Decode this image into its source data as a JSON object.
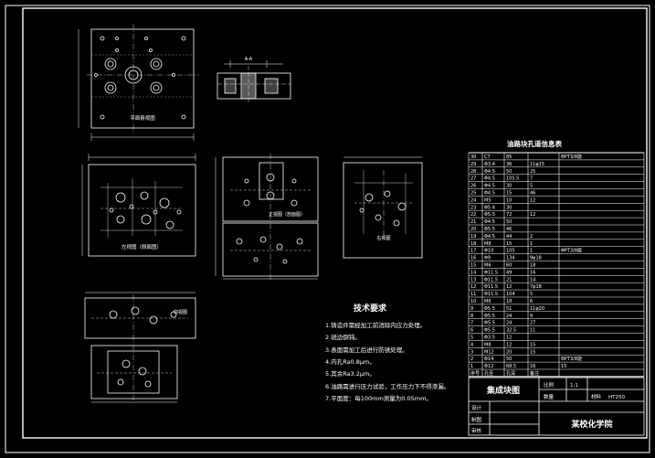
{
  "views": {
    "top_view_label": "平面俯视图",
    "front_view_label": "正视图（剖面图）",
    "left_view_label": "左视图（侧面图）",
    "right_view_label": "右视图",
    "bottom_view_label": "仰视图",
    "section_label": "A-A"
  },
  "tech": {
    "title": "技术要求",
    "items": [
      "1.铸造件需经加工前消除内应力处理。",
      "2.锐边倒钝。",
      "3.表面需加工后进行防锈处理。",
      "4.内孔Ra0.8μm。",
      "5.其余Ra3.2μm。",
      "6.油路需进行压力试验，工作压力下不得渗漏。",
      "7.平面度：每100mm测量为0.05mm。"
    ]
  },
  "hole_table": {
    "title": "油路块孔道信息表",
    "rows": [
      [
        "30",
        "C7",
        "85",
        "",
        "ΦPT3/8旋"
      ],
      [
        "29",
        "Φ3.4",
        "36",
        "11φ15",
        ""
      ],
      [
        "28",
        "Φ4.5",
        "50",
        "25",
        ""
      ],
      [
        "27",
        "Φ4.5",
        "105.5",
        "7",
        ""
      ],
      [
        "26",
        "Φ4.5",
        "30",
        "5",
        ""
      ],
      [
        "25",
        "Φ4.5",
        "15",
        "46",
        ""
      ],
      [
        "24",
        "M5",
        "10",
        "12",
        ""
      ],
      [
        "23",
        "Φ5.4",
        "30",
        "",
        ""
      ],
      [
        "22",
        "Φ5.5",
        "72",
        "12",
        ""
      ],
      [
        "21",
        "Φ4.5",
        "50",
        "",
        ""
      ],
      [
        "20",
        "Φ5.5",
        "46",
        "",
        ""
      ],
      [
        "19",
        "Φ4.5",
        "44",
        "2",
        ""
      ],
      [
        "18",
        "M8",
        "15",
        "1",
        ""
      ],
      [
        "17",
        "Φ10",
        "105",
        "1",
        "ΦPT3/8旋"
      ],
      [
        "16",
        "Φ9",
        "134",
        "9φ18",
        ""
      ],
      [
        "15",
        "M6",
        "60",
        "18",
        ""
      ],
      [
        "14",
        "Φ11.5",
        "49",
        "16",
        ""
      ],
      [
        "13",
        "Φ11.5",
        "21",
        "14",
        ""
      ],
      [
        "12",
        "Φ11.5",
        "12",
        "7φ18",
        ""
      ],
      [
        "11",
        "Φ11.5",
        "104",
        "5",
        ""
      ],
      [
        "10",
        "M6",
        "18",
        "6",
        ""
      ],
      [
        "9",
        "Φ5.5",
        "51",
        "11φ20",
        ""
      ],
      [
        "8",
        "Φ5.5",
        "24",
        "9",
        ""
      ],
      [
        "7",
        "Φ5.5",
        "24",
        "27",
        ""
      ],
      [
        "6",
        "Φ5.5",
        "32.5",
        "11",
        ""
      ],
      [
        "5",
        "Φ3.5",
        "12",
        "",
        ""
      ],
      [
        "4",
        "M8",
        "12",
        "15",
        ""
      ],
      [
        "3",
        "M12",
        "20",
        "15",
        ""
      ],
      [
        "2",
        "Φ14",
        "50",
        "",
        "ΦPT3/8旋"
      ],
      [
        "1",
        "Φ12",
        "68.5",
        "16",
        "15"
      ]
    ],
    "header": [
      "序号",
      "孔径",
      "孔深",
      "备注",
      ""
    ]
  },
  "title_block": {
    "name": "集成块图",
    "scale_label": "比例",
    "scale_value": "1:1",
    "qty_label": "数量",
    "material_label": "材料",
    "material_value": "HT250",
    "design_label": "设计",
    "drawn_label": "制图",
    "check_label": "审核",
    "school": "某校化学院"
  }
}
